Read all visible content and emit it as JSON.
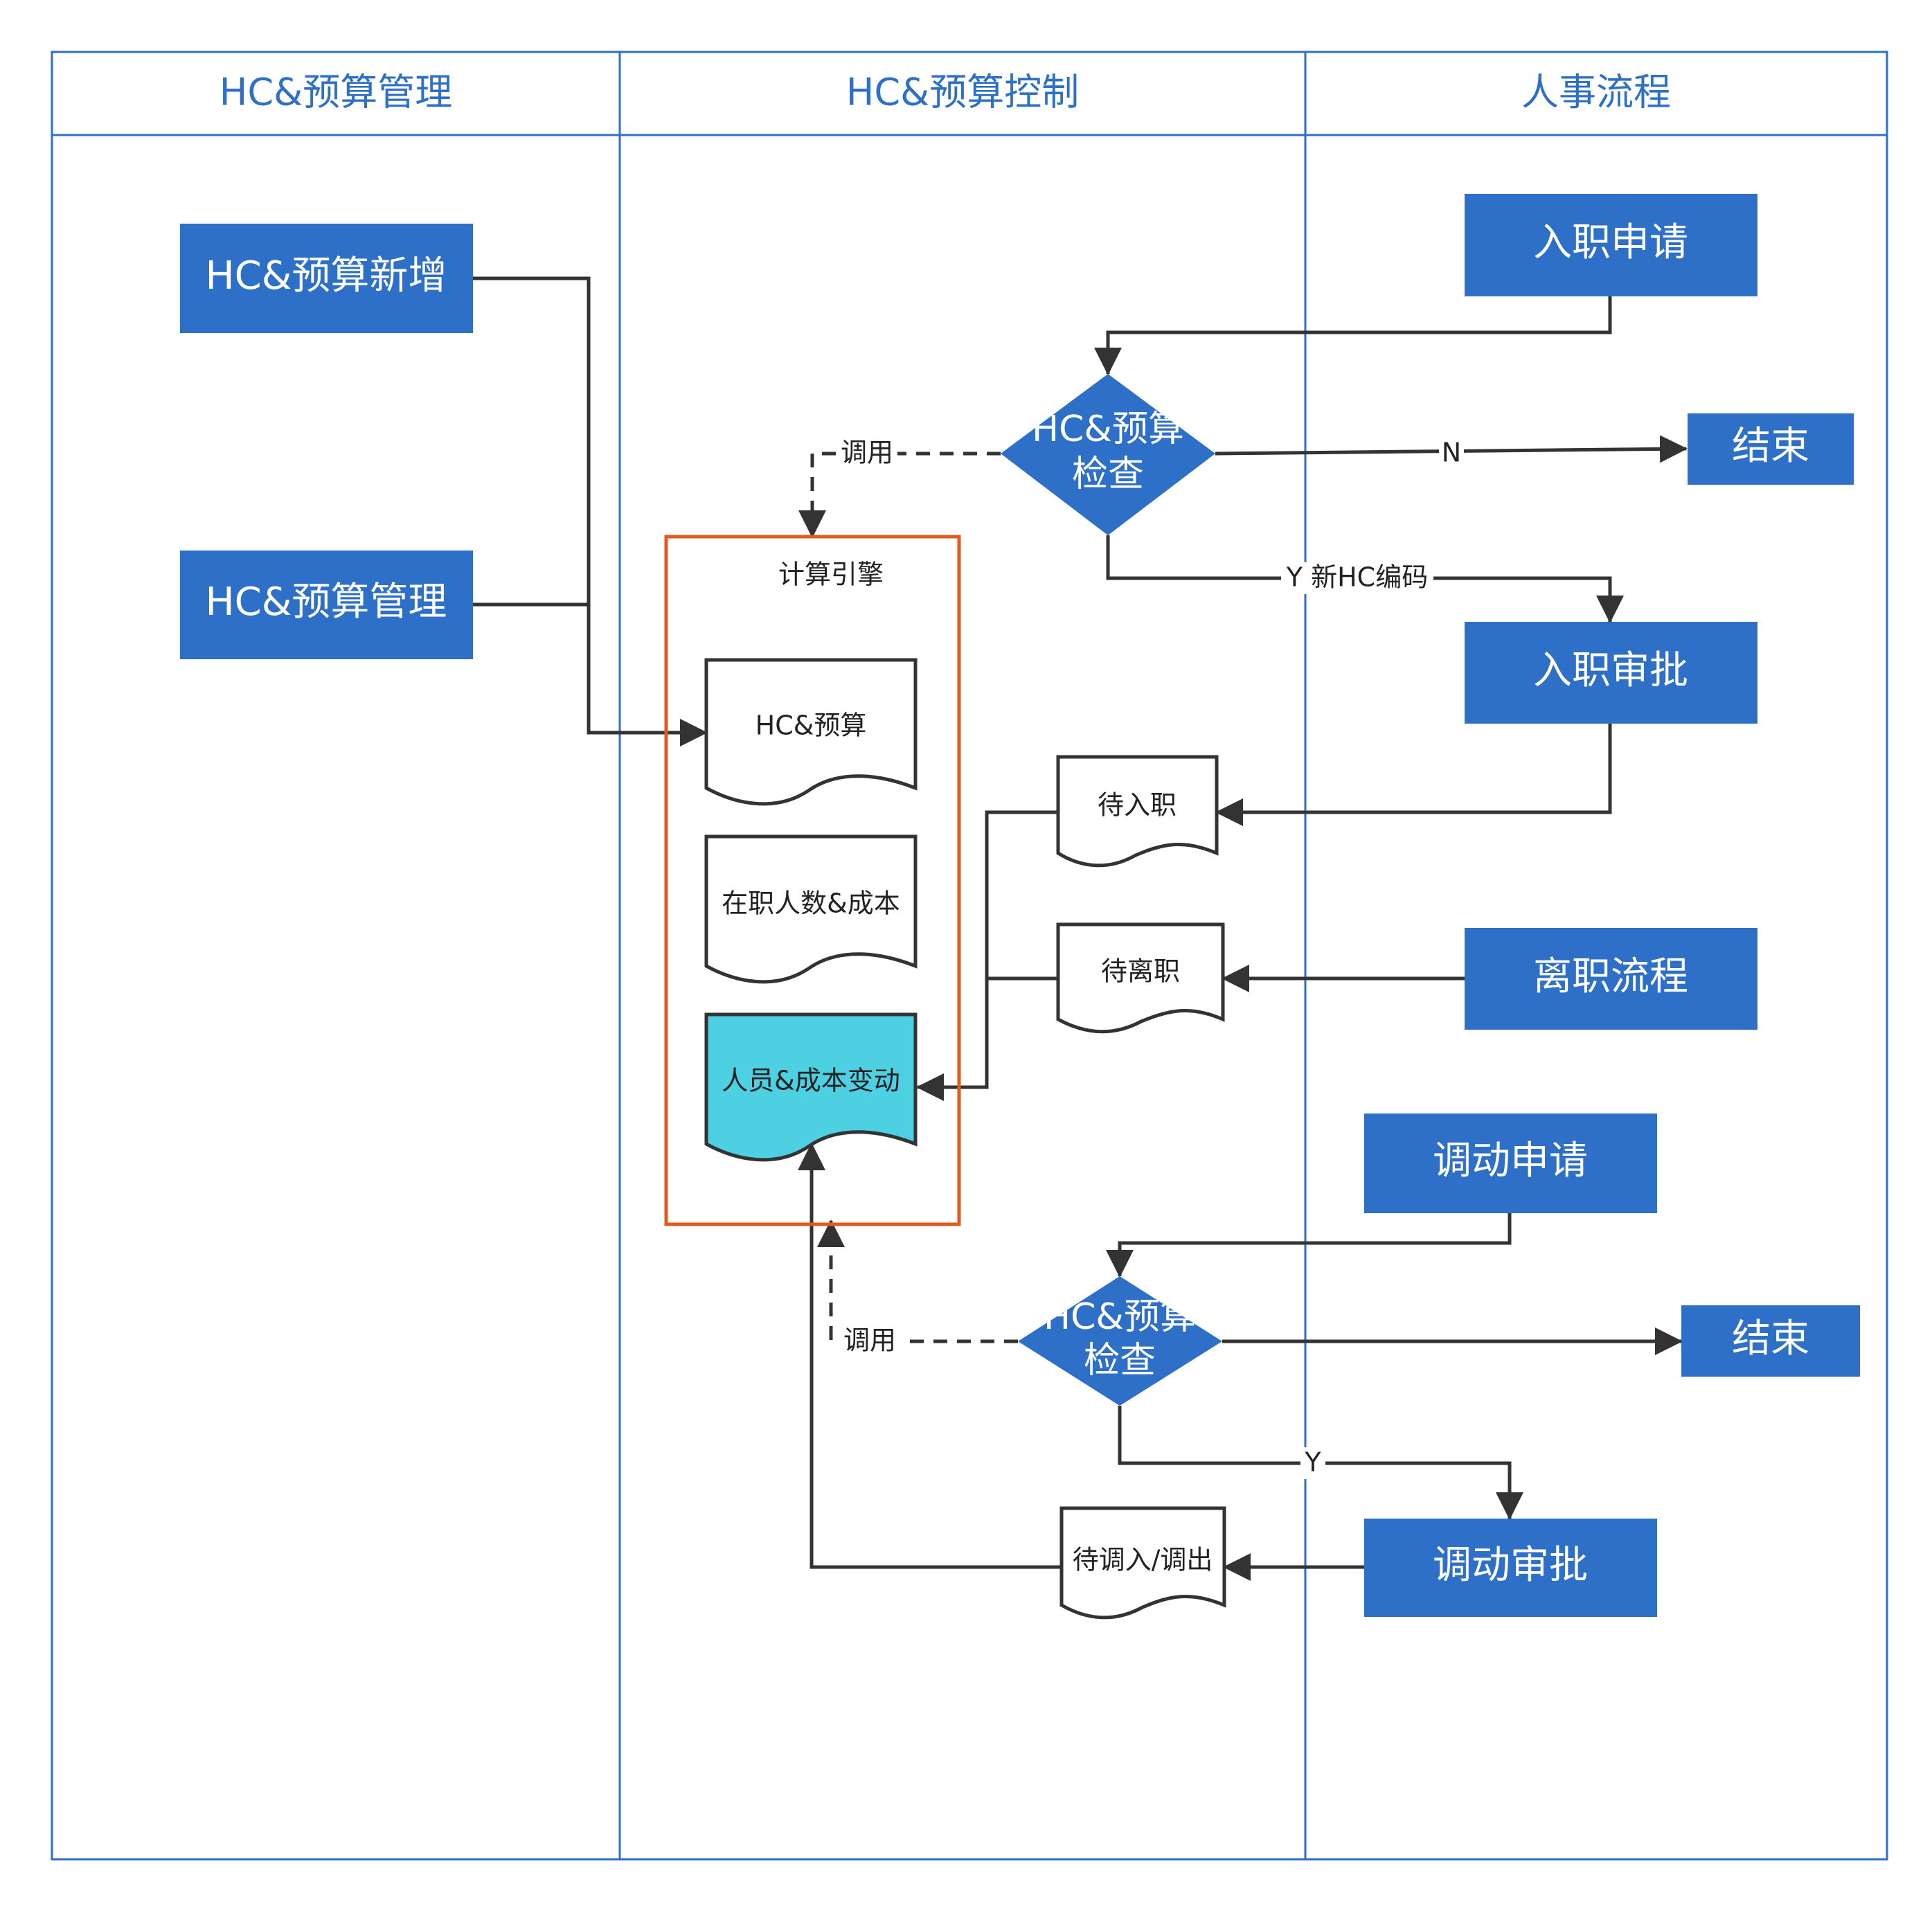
{
  "lanes": [
    {
      "title": "HC&预算管理"
    },
    {
      "title": "HC&预算控制"
    },
    {
      "title": "人事流程"
    }
  ],
  "colors": {
    "lane_border": "#2e6fc7",
    "box_fill": "#2e6fc7",
    "engine_border": "#e15a1e",
    "highlight_doc": "#4dd0e2",
    "line": "#333333"
  },
  "nodes": {
    "hc_add": "HC&预算新增",
    "hc_manage": "HC&预算管理",
    "onboard_apply": "入职申请",
    "check_1_line1": "HC&预算",
    "check_1_line2": "检查",
    "end_1": "结束",
    "onboard_approve": "入职审批",
    "engine_title": "计算引擎",
    "doc_budget": "HC&预算",
    "doc_headcount": "在职人数&成本",
    "doc_change": "人员&成本变动",
    "doc_pending_onboard": "待入职",
    "doc_pending_leave": "待离职",
    "leave_process": "离职流程",
    "transfer_apply": "调动申请",
    "check_2_line1": "HC&预算",
    "check_2_line2": "检查",
    "end_2": "结束",
    "transfer_approve": "调动审批",
    "doc_pending_transfer": "待调入/调出"
  },
  "edge_labels": {
    "call_1": "调用",
    "no_1": "N",
    "yes_new_code": "Y 新HC编码",
    "call_2": "调用",
    "yes_2": "Y"
  }
}
